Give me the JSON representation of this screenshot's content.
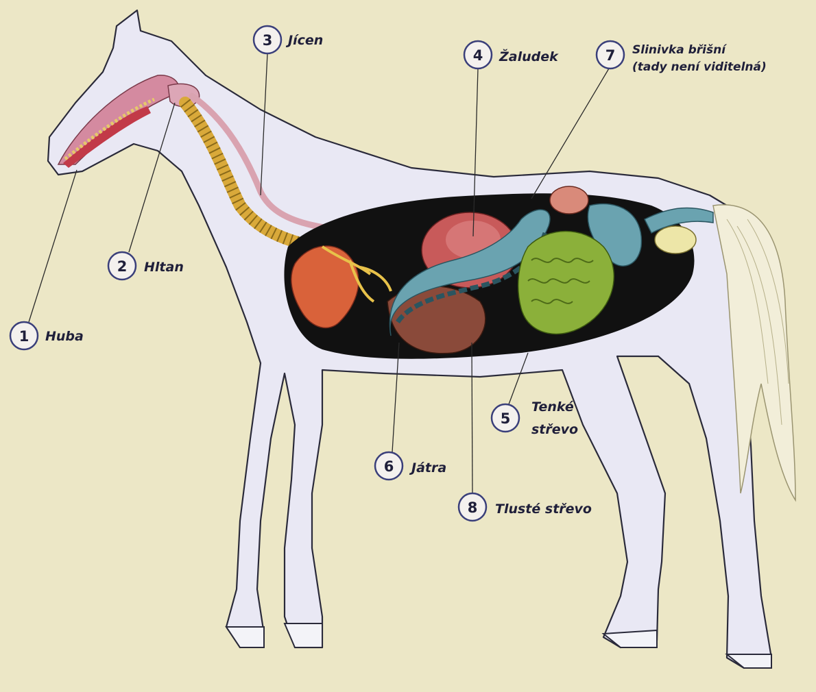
{
  "labels": [
    {
      "number": "1",
      "text": "Huba"
    },
    {
      "number": "2",
      "text": "Hltan"
    },
    {
      "number": "3",
      "text": "Jícen"
    },
    {
      "number": "4",
      "text": "Žaludek"
    },
    {
      "number": "5",
      "text": "Tenké",
      "text2": "střevo"
    },
    {
      "number": "6",
      "text": "Játra"
    },
    {
      "number": "7",
      "text": "Slinivka břišní",
      "text2": "(tady není viditelná)"
    },
    {
      "number": "8",
      "text": "Tlusté střevo"
    }
  ],
  "colors": {
    "background": "#ece7c6",
    "body": "#e9e8f4",
    "cavity": "#111111",
    "heart": "#d9623a",
    "stomach": "#c85a5a",
    "large_intestine": "#6aa3b0",
    "small_intestine": "#8bb03a",
    "esophagus": "#d9a3b0",
    "trachea": "#e3b74a"
  }
}
